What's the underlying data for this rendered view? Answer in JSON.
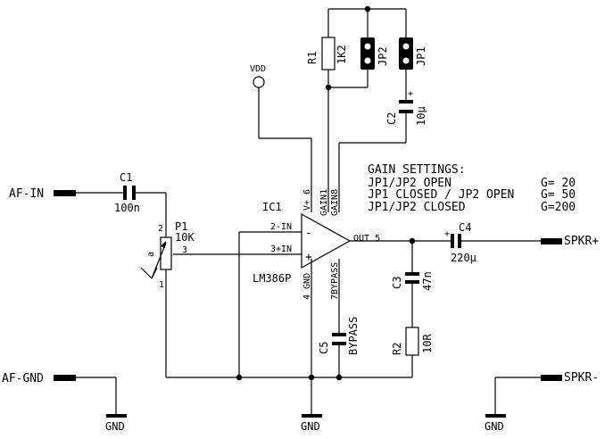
{
  "ports": {
    "af_in": "AF-IN",
    "af_gnd": "AF-GND",
    "spkr_pos": "SPKR+",
    "spkr_neg": "SPKR-"
  },
  "supply": {
    "vdd": "VDD",
    "gnd": "GND"
  },
  "components": {
    "c1": {
      "ref": "C1",
      "value": "100n"
    },
    "c2": {
      "ref": "C2",
      "value": "10µ"
    },
    "c3": {
      "ref": "C3",
      "value": "47n"
    },
    "c4": {
      "ref": "C4",
      "value": "220µ"
    },
    "c5": {
      "ref": "C5",
      "value": "BYPASS"
    },
    "r1": {
      "ref": "R1",
      "value": "1K2"
    },
    "r2": {
      "ref": "R2",
      "value": "10R"
    },
    "p1": {
      "ref": "P1",
      "value": "10K",
      "pin_top": "2",
      "pin_wiper": "3",
      "pin_bottom": "1"
    },
    "jp1": {
      "ref": "JP1"
    },
    "jp2": {
      "ref": "JP2"
    },
    "ic1": {
      "ref": "IC1",
      "part": "LM386P",
      "pin_inv": "2-IN",
      "pin_noninv": "3+IN",
      "pin_vplus": "V+ 6",
      "pin_gain1": "GAIN1",
      "pin_gain8": "GAIN8",
      "pin_out": "OUT 5",
      "pin_gnd": "4 GND",
      "pin_bypass": "7BYPASS",
      "minus_sign": "-",
      "plus_sign": "+"
    }
  },
  "gain_settings": {
    "title": "GAIN SETTINGS:",
    "rows": [
      {
        "config": "JP1/JP2 OPEN",
        "gain": "G= 20"
      },
      {
        "config": "JP1 CLOSED / JP2 OPEN",
        "gain": "G= 50"
      },
      {
        "config": "JP1/JP2 CLOSED",
        "gain": "G=200"
      }
    ]
  }
}
